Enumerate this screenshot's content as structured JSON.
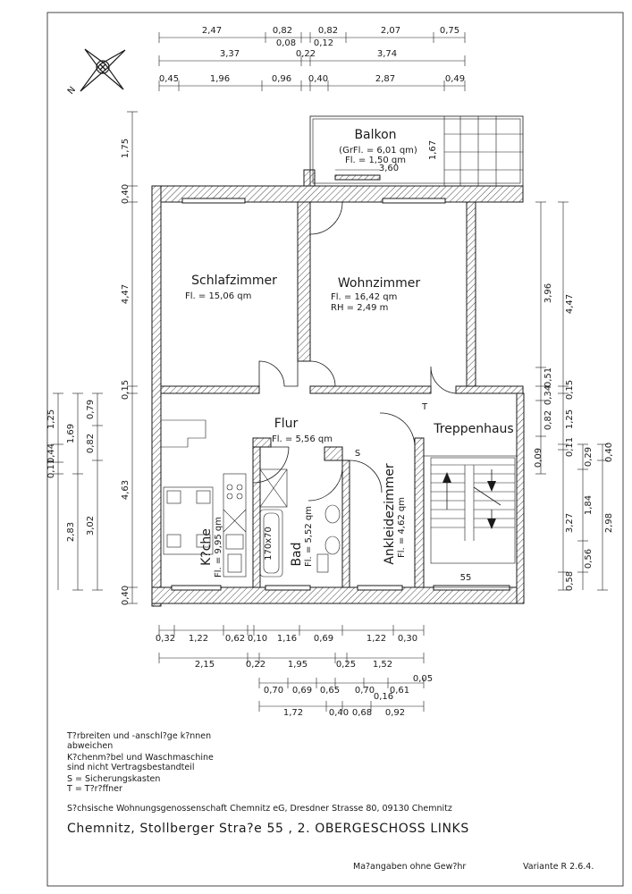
{
  "rooms": {
    "balkon": {
      "name": "Balkon",
      "gr": "(GrFl. = 6,01 qm)",
      "fl": "Fl. = 1,50 qm",
      "w": "3,60",
      "d": "1,67"
    },
    "schlafzimmer": {
      "name": "Schlafzimmer",
      "fl": "Fl. = 15,06 qm"
    },
    "wohnzimmer": {
      "name": "Wohnzimmer",
      "fl": "Fl. = 16,42 qm",
      "rh": "RH = 2,49 m"
    },
    "flur": {
      "name": "Flur",
      "fl": "Fl. = 5,56 qm"
    },
    "treppenhaus": {
      "name": "Treppenhaus",
      "step_count": "55"
    },
    "kueche": {
      "name": "K?che",
      "fl": "Fl. = 9,95 qm"
    },
    "bad": {
      "name": "Bad",
      "fl": "Fl. = 5,52 qm"
    },
    "ankleidezimmer": {
      "name": "Ankleidezimmer",
      "fl": "Fl. = 4,62 qm"
    },
    "tub_label": "170x70",
    "sicherung_symbol": "S",
    "tuer_symbol": "T"
  },
  "dims_top": {
    "row1": [
      "2,47",
      "0,82",
      "0,82",
      "2,07",
      "0,75"
    ],
    "row1b": [
      "0,08",
      "0,12"
    ],
    "row2": [
      "3,37",
      "0,22",
      "3,74"
    ],
    "row3": [
      "0,45",
      "1,96",
      "0,96",
      "0,40",
      "2,87",
      "0,49"
    ]
  },
  "dims_left": {
    "outer": [
      "1,75",
      "0,40",
      "4,47",
      "0,15",
      "4,63",
      "0,40"
    ],
    "inner_a": [
      "1,25",
      "0,44",
      "0,11"
    ],
    "inner_b": [
      "1,69",
      "2,83"
    ],
    "inner_c": [
      "0,79",
      "0,82",
      "3,02"
    ]
  },
  "dims_right": {
    "a": [
      "3,96",
      "0,51",
      "0,34",
      "0,82",
      "0,09"
    ],
    "b": [
      "4,47",
      "0,15",
      "1,25",
      "0,11",
      "3,27",
      "0,58"
    ],
    "c": [
      "0,29",
      "1,84",
      "0,56"
    ],
    "d": [
      "0,40",
      "2,98"
    ]
  },
  "dims_bottom": {
    "row1": [
      "0,32",
      "1,22",
      "0,62",
      "0,10",
      "1,16",
      "0,69",
      "1,22",
      "0,30"
    ],
    "row2": [
      "2,15",
      "0,22",
      "1,95",
      "0,25",
      "1,52"
    ],
    "row2b": "0,05",
    "row3": [
      "0,70",
      "0,69",
      "0,65",
      "0,70",
      "0,61"
    ],
    "row3b": "0,16",
    "row4": [
      "1,72",
      "0,40",
      "0,68",
      "0,92"
    ]
  },
  "notes": [
    "T?rbreiten und -anschl?ge k?nnen",
    "abweichen",
    "K?chenm?bel und Waschmaschine",
    "sind nicht Vertragsbestandteil",
    "S = Sicherungskasten",
    "T = T?r?ffner"
  ],
  "company": "S?chsische Wohnungsgenossenschaft Chemnitz eG, Dresdner Strasse 80, 09130 Chemnitz",
  "address": "Chemnitz, Stollberger Stra?e 55 , 2. OBERGESCHOSS LINKS",
  "disclaimer": "Ma?angaben ohne Gew?hr",
  "variant": "Variante R 2.6.4.",
  "compass_label": "N"
}
